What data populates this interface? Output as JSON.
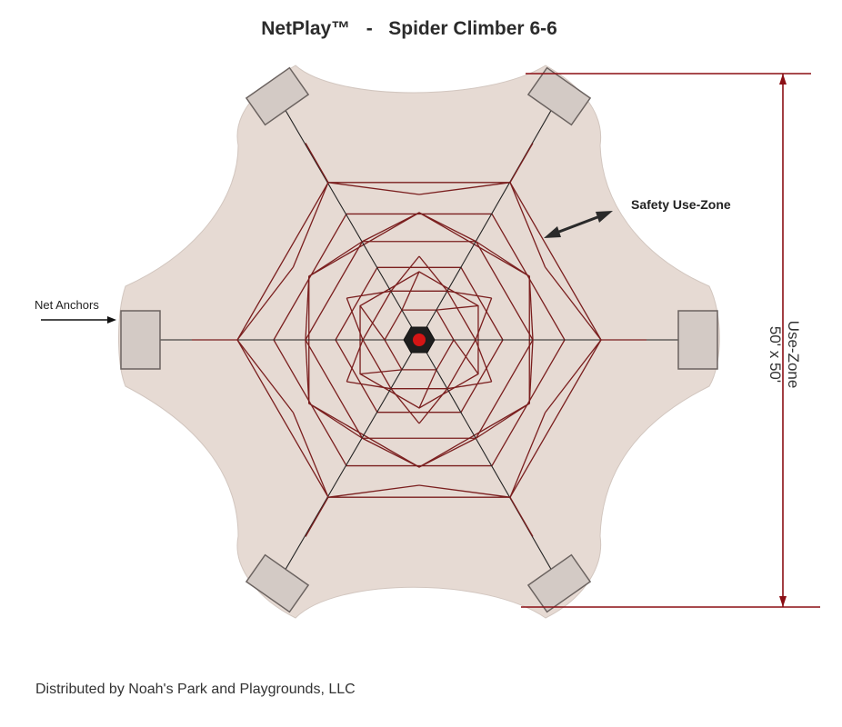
{
  "title": "NetPlay™   -   Spider Climber 6-6",
  "labels": {
    "net_anchors": "Net Anchors",
    "safety_use_zone": "Safety Use-Zone",
    "use_zone_title": "Use-Zone",
    "use_zone_dims": "50' x 50'"
  },
  "footer": "Distributed by Noah's Park and Playgrounds, LLC",
  "colors": {
    "surface": "#e6dad3",
    "net_rope": "#7a1e1e",
    "dimension_line": "#8b0e14",
    "anchor_fill": "#d3cac5",
    "hub": "#d41515"
  }
}
